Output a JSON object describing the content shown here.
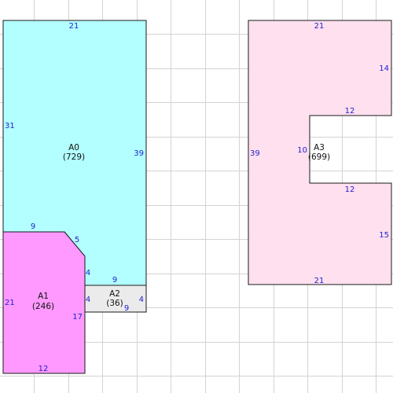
{
  "colors": {
    "grid": "#d3d3d3",
    "outline": "#1a1a1a",
    "dimension_text": "#1f1fd1",
    "label_text": "#111111"
  },
  "areas": [
    {
      "id": "A0",
      "value": "(729)",
      "fill": "#b3ffff",
      "dimensions": {
        "top": "21",
        "left": "31",
        "right": "39",
        "notch_top": "9",
        "notch_diagonal": "5",
        "notch_side": "4",
        "bottom": "9"
      }
    },
    {
      "id": "A1",
      "value": "(246)",
      "fill": "#ff99ff",
      "dimensions": {
        "left": "21",
        "bottom": "12",
        "right": "17"
      }
    },
    {
      "id": "A2",
      "value": "(36)",
      "fill": "#ebebeb",
      "dimensions": {
        "left": "4",
        "right": "4",
        "bottom": "9"
      }
    },
    {
      "id": "A3",
      "value": "(699)",
      "fill": "#ffe0ef",
      "dimensions": {
        "top": "21",
        "top_right": "14",
        "inner_top": "12",
        "inner_side": "10",
        "inner_bottom": "12",
        "bottom_right": "15",
        "bottom": "21",
        "left": "39"
      }
    }
  ]
}
